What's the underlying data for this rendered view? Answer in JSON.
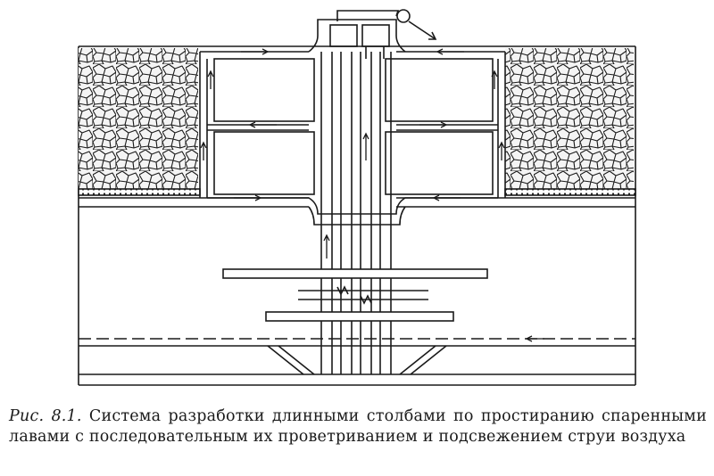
{
  "figure": {
    "caption_label": "Рис. 8.1.",
    "caption_text": "Система разработки длинными столбами по простиранию спаренными лавами с последовательным их проветриванием и подсвежением струи воздуха"
  },
  "colors": {
    "ink": "#1a1a1a",
    "paper": "#ffffff",
    "rock_fill": "#f4f4f4"
  },
  "legend_icons": [
    "fan-icon",
    "airflow-arrow-icon",
    "caved-rock-hatch"
  ]
}
